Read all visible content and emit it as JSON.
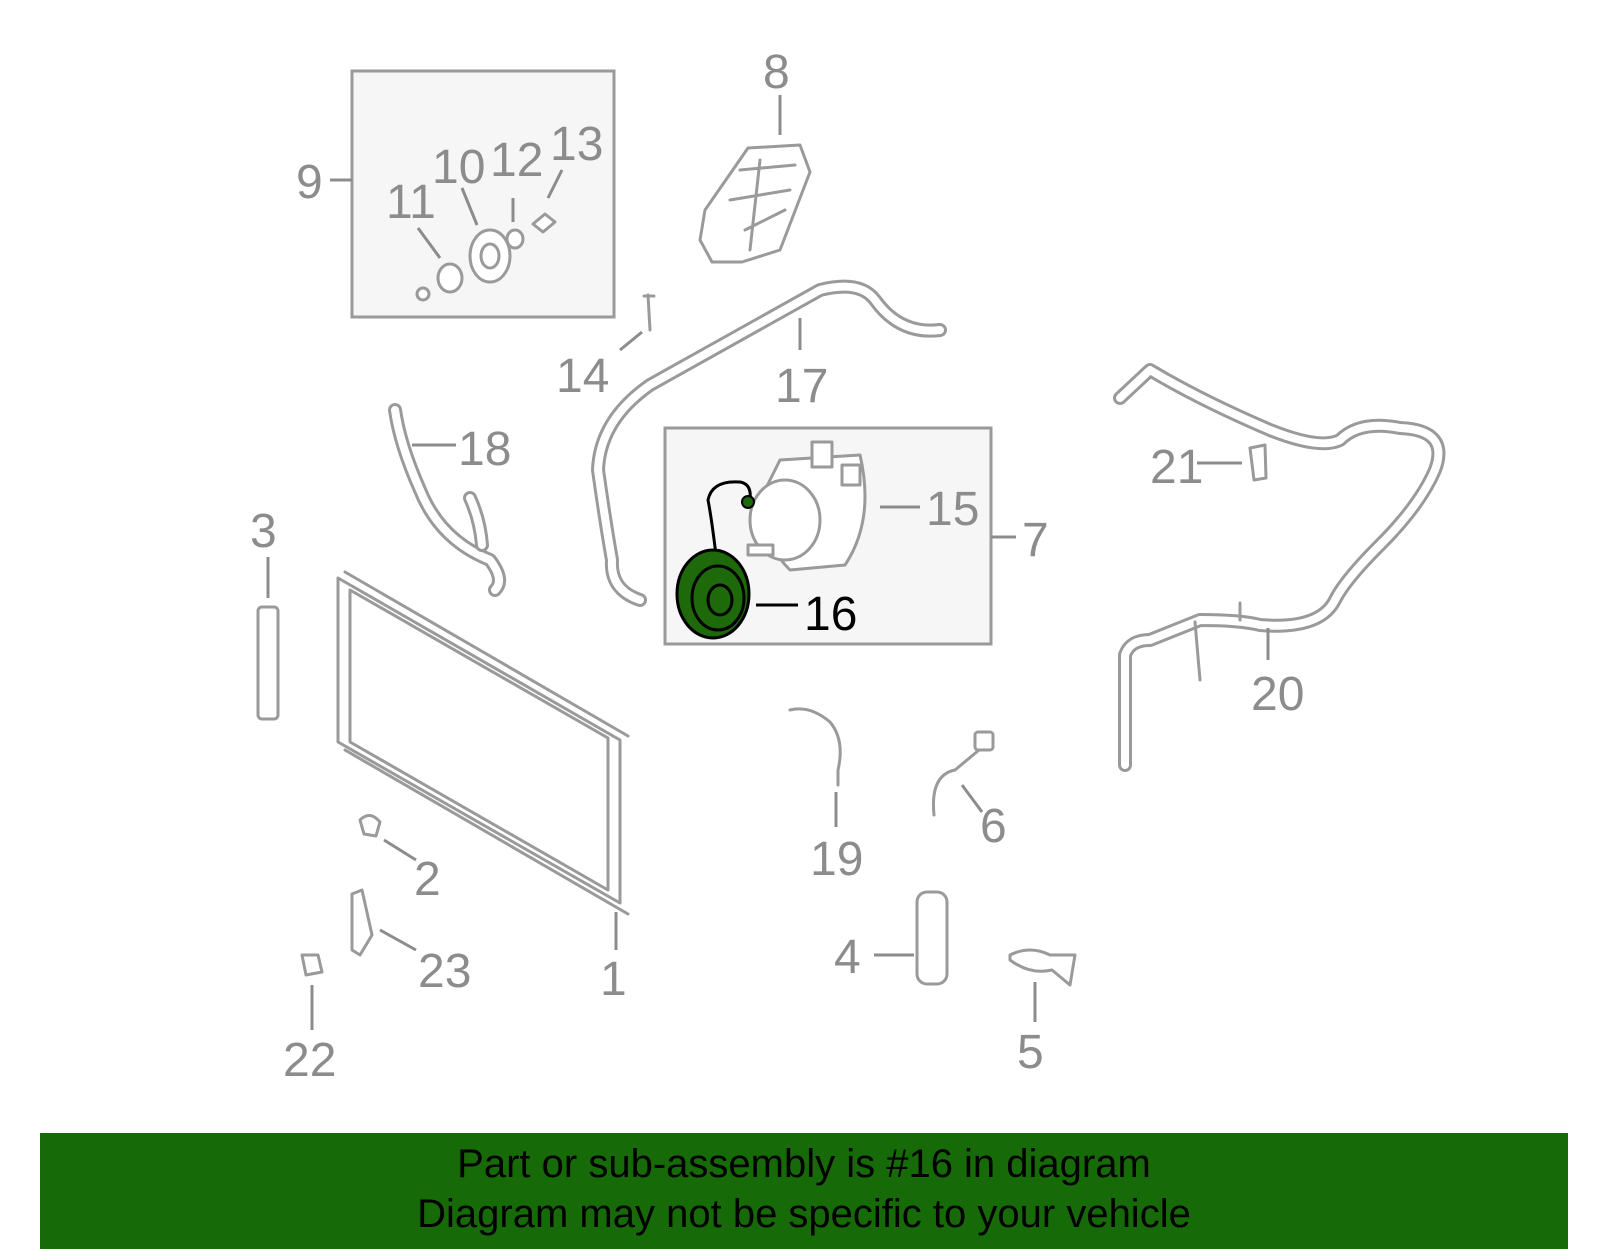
{
  "diagram": {
    "callouts": {
      "c1": "1",
      "c2": "2",
      "c3": "3",
      "c4": "4",
      "c5": "5",
      "c6": "6",
      "c7": "7",
      "c8": "8",
      "c9": "9",
      "c10": "10",
      "c11": "11",
      "c12": "12",
      "c13": "13",
      "c14": "14",
      "c15": "15",
      "c16": "16",
      "c17": "17",
      "c18": "18",
      "c19": "19",
      "c20": "20",
      "c21": "21",
      "c22": "22",
      "c23": "23"
    },
    "highlighted_part": "16",
    "colors": {
      "highlight_fill": "#1e6a0a",
      "parts_gray": "#9a9a9a",
      "banner_green": "#176a08"
    }
  },
  "banner": {
    "line1": "Part or sub-assembly is #16 in diagram",
    "line2": "Diagram may not be specific to your vehicle"
  }
}
